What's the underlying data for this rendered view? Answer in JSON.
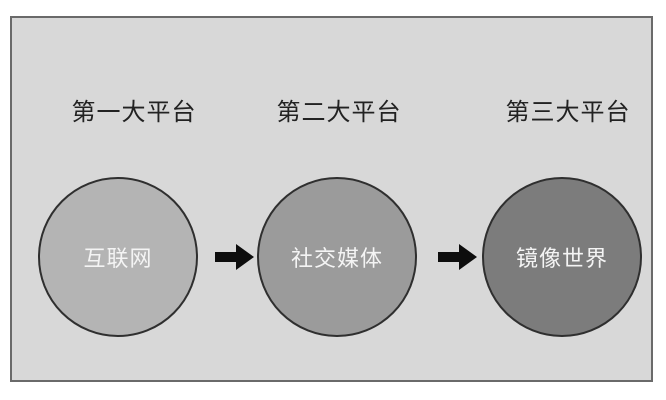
{
  "diagram": {
    "title": "platform-evolution-diagram",
    "platforms": [
      {
        "label": "第一大平台",
        "circle_text": "互联网",
        "fill": "#b4b4b4"
      },
      {
        "label": "第二大平台",
        "circle_text": "社交媒体",
        "fill": "#9b9b9b"
      },
      {
        "label": "第三大平台",
        "circle_text": "镜像世界",
        "fill": "#7c7c7c"
      }
    ],
    "arrows": [
      {
        "name": "arrow-1",
        "direction": "right"
      },
      {
        "name": "arrow-2",
        "direction": "right"
      }
    ],
    "colors": {
      "panel_bg": "#d8d8d8",
      "panel_border": "#6a6a6a",
      "circle_border": "#2f2f2f",
      "label_text": "#222222",
      "circle_text": "#f4f4f4",
      "arrow": "#0d0d0d"
    }
  }
}
